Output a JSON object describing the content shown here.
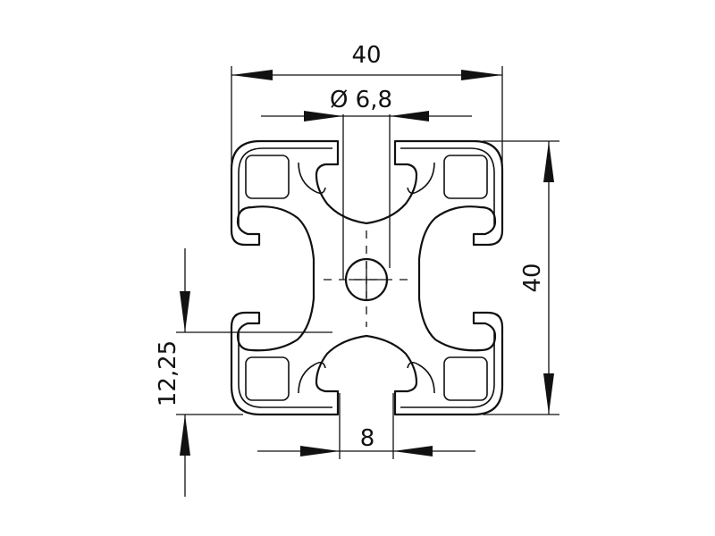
{
  "dimensions": {
    "top_width": "40",
    "hole_diameter": "Ø 6,8",
    "right_height": "40",
    "left_height": "12,25",
    "slot_width": "8"
  },
  "colors": {
    "line": "#111111",
    "background": "#ffffff"
  }
}
